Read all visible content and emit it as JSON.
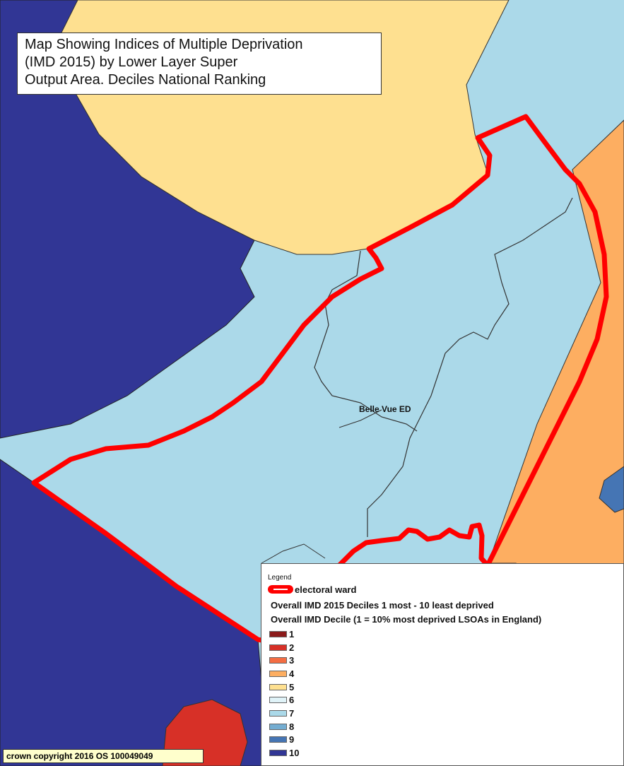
{
  "map": {
    "title_lines": [
      "Map Showing Indices of Multiple Deprivation",
      "(IMD 2015) by Lower Layer Super",
      "Output Area. Deciles National Ranking"
    ],
    "area_label": "Belle Vue ED",
    "copyright": "crown copyright 2016 OS 100049049"
  },
  "legend": {
    "heading": "Legend",
    "ward_label": "electoral ward",
    "line1": "Overall IMD 2015 Deciles 1 most - 10 least deprived",
    "line2": "Overall IMD Decile (1 = 10% most deprived LSOAs in England)",
    "deciles": [
      {
        "label": "1",
        "color": "#8b1a1a"
      },
      {
        "label": "2",
        "color": "#d73027"
      },
      {
        "label": "3",
        "color": "#f46d43"
      },
      {
        "label": "4",
        "color": "#fdae61"
      },
      {
        "label": "5",
        "color": "#fee090"
      },
      {
        "label": "6",
        "color": "#e0f3f8"
      },
      {
        "label": "7",
        "color": "#abd9e9"
      },
      {
        "label": "8",
        "color": "#74add1"
      },
      {
        "label": "9",
        "color": "#4575b4"
      },
      {
        "label": "10",
        "color": "#313695"
      }
    ]
  },
  "colors": {
    "ward_boundary": "#ff0000",
    "decile_4": "#fdae61",
    "decile_5": "#fee090",
    "decile_6": "#e0f3f8",
    "decile_7": "#abd9e9",
    "decile_9": "#4575b4",
    "decile_10": "#313695",
    "decile_2": "#d73027"
  }
}
